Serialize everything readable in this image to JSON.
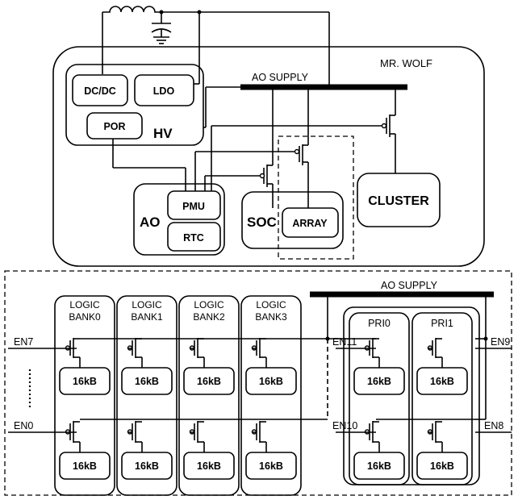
{
  "top": {
    "chip_name": "MR. WOLF",
    "ao_supply": "AO SUPPLY",
    "blocks": {
      "dcdc": "DC/DC",
      "ldo": "LDO",
      "por": "POR",
      "hv": "HV",
      "ao": "AO",
      "pmu": "PMU",
      "rtc": "RTC",
      "soc": "SOC",
      "array": "ARRAY",
      "cluster": "CLUSTER"
    }
  },
  "bottom": {
    "ao_supply": "AO SUPPLY",
    "logic_banks": [
      {
        "line1": "LOGIC",
        "line2": "BANK0"
      },
      {
        "line1": "LOGIC",
        "line2": "BANK1"
      },
      {
        "line1": "LOGIC",
        "line2": "BANK2"
      },
      {
        "line1": "LOGIC",
        "line2": "BANK3"
      }
    ],
    "private_banks": [
      "PRI0",
      "PRI1"
    ],
    "memory_size": "16kB",
    "enables": {
      "en7": "EN7",
      "en0": "EN0",
      "en11": "EN11",
      "en10": "EN10",
      "en9": "EN9",
      "en8": "EN8"
    }
  }
}
